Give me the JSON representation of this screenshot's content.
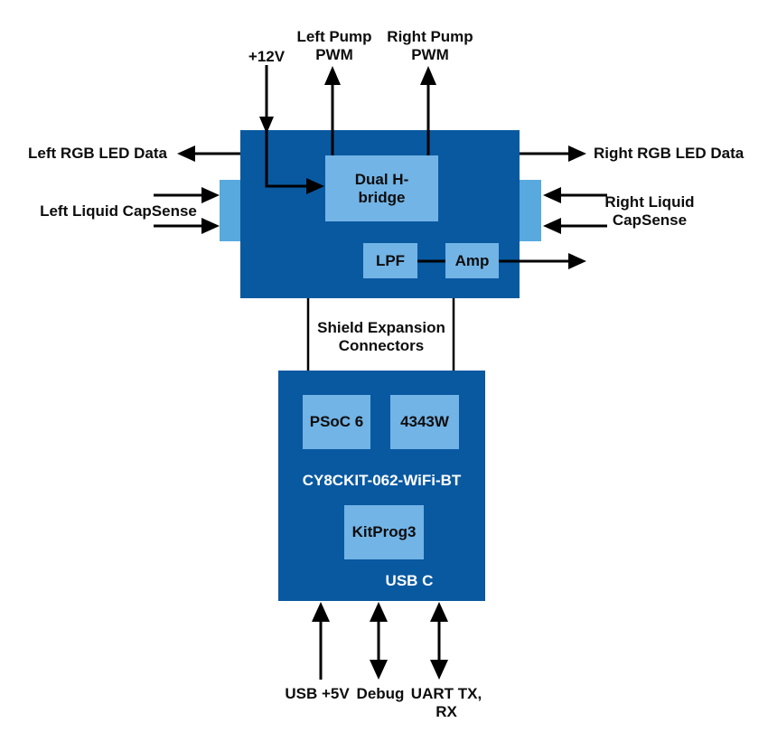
{
  "colors": {
    "board": "#0959a1",
    "module": "#72b4e6",
    "tab": "#57a9de",
    "line": "#000000",
    "text": "#0d0d0d",
    "text_light": "#ffffff",
    "bg": "#ffffff"
  },
  "shield": {
    "dual_h_bridge_label": "Dual H-bridge",
    "lpf_label": "LPF",
    "amp_label": "Amp",
    "expansion_label": "Shield Expansion Connectors"
  },
  "baseboard": {
    "name": "CY8CKIT-062-WiFi-BT",
    "psoc_label": "PSoC 6",
    "wifi_label": "4343W",
    "kitprog_label": "KitProg3",
    "usb_label": "USB C"
  },
  "signals": {
    "plus12v": "+12V",
    "left_pump_pwm": "Left Pump PWM",
    "right_pump_pwm": "Right Pump PWM",
    "left_rgb": "Left RGB LED Data",
    "right_rgb": "Right RGB LED Data",
    "left_capsense": "Left Liquid CapSense",
    "right_capsense": "Right Liquid CapSense",
    "usb_5v": "USB +5V",
    "debug": "Debug",
    "uart": "UART TX, RX"
  }
}
